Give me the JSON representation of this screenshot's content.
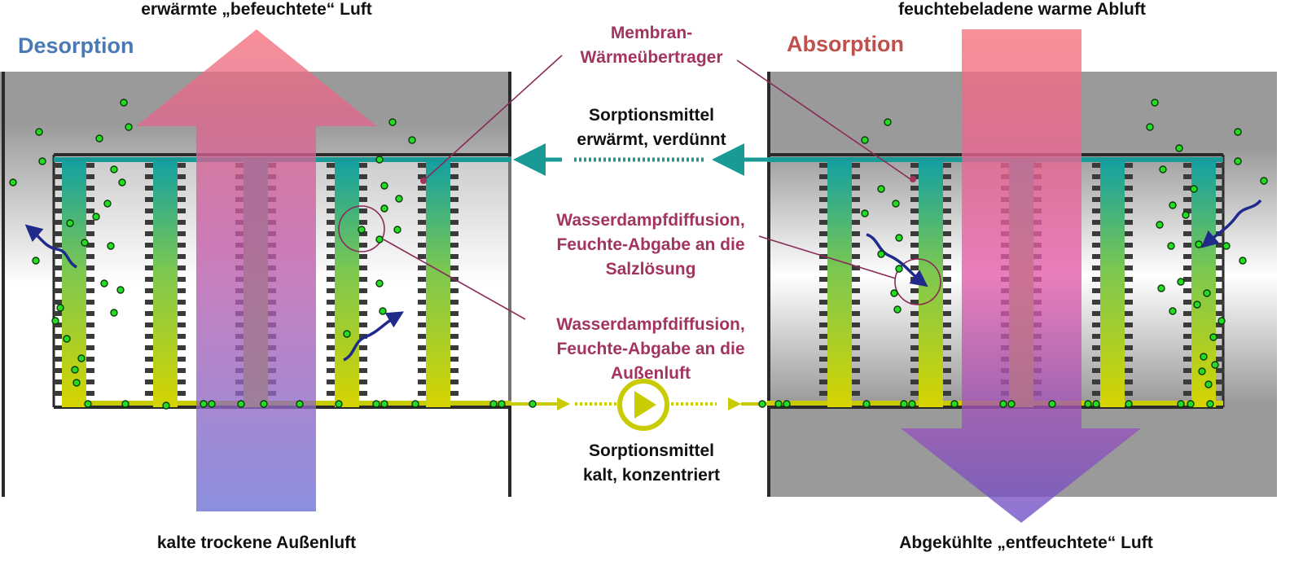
{
  "titles": {
    "left": "Desorption",
    "right": "Absorption"
  },
  "labels": {
    "top_left": "erwärmte „befeuchtete“ Luft",
    "top_right": "feuchtebeladene warme Abluft",
    "bottom_left": "kalte trockene Außenluft",
    "bottom_right": "Abgekühlte „entfeuchtete“ Luft",
    "membrane_line1": "Membran-",
    "membrane_line2": "Wärmeübertrager",
    "warm_line1": "Sorptionsmittel",
    "warm_line2": "erwärmt, verdünnt",
    "cold_line1": "Sorptionsmittel",
    "cold_line2": "kalt, konzentriert",
    "diff_abs_line1": "Wasserdampfdiffusion,",
    "diff_abs_line2": "Feuchte-Abgabe an die",
    "diff_abs_line3": "Salzlösung",
    "diff_des_line1": "Wasserdampfdiffusion,",
    "diff_des_line2": "Feuchte-Abgabe an die",
    "diff_des_line3": "Außenluft"
  },
  "colors": {
    "title_left": "#4a7ab5",
    "title_right": "#c0504d",
    "annotation": "#a3345f",
    "solution_warm": "#1a9a96",
    "solution_cold": "#c8cc00",
    "droplet": "#22dd22",
    "arrow_blue": "#1f2a8a"
  }
}
